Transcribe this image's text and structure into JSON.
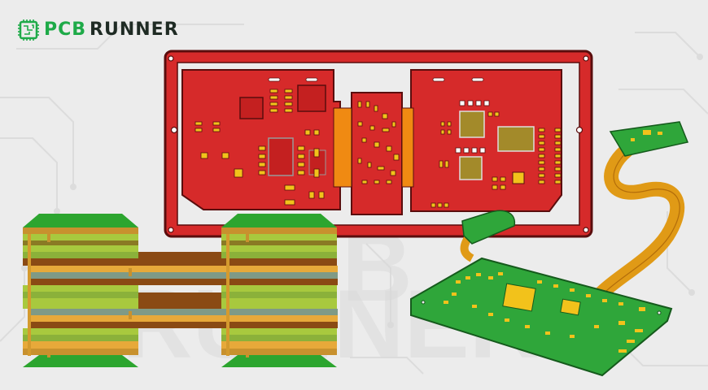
{
  "brand": {
    "name_part1": "PCB",
    "name_part2": "RUNNER",
    "logo_icon": "circuit-chip-icon",
    "colors": {
      "brand_green": "#1eaa48",
      "brand_dark": "#1f2b24"
    }
  },
  "illustration": {
    "subject": "Rigid-flex PCB illustration",
    "elements": [
      "red-rigid-flex-panel",
      "layer-stackup-cross-section",
      "green-rigid-flex-board"
    ],
    "colors": {
      "background": "#ececec",
      "panel_red": "#d62a2a",
      "panel_dark_red": "#b51d1d",
      "flex_orange": "#f08a12",
      "pad_gold": "#f2c21b",
      "board_green": "#2fa63a",
      "stack_lime": "#a8c93e",
      "stack_brown": "#8a4a14",
      "stack_gold": "#e7a93a",
      "stack_sage": "#7f9a86"
    }
  }
}
